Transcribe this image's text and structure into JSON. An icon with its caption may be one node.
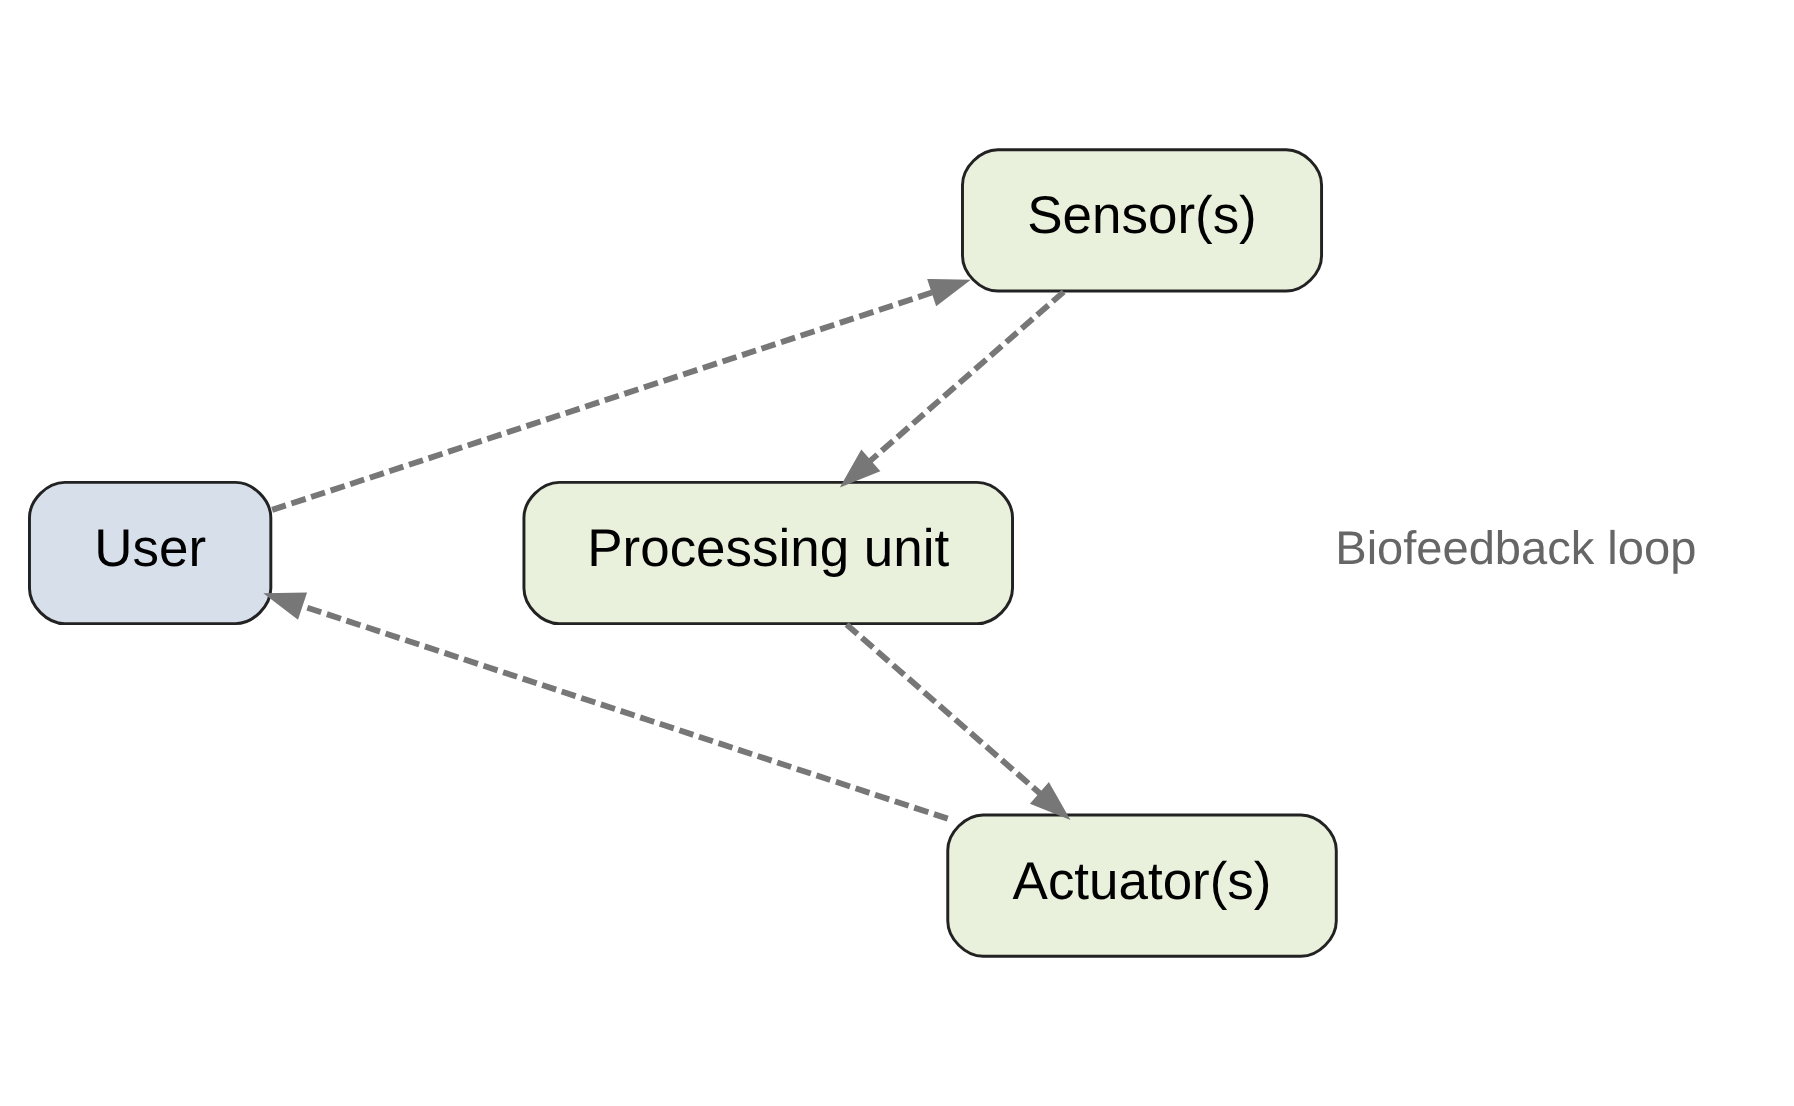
{
  "diagram": {
    "nodes": [
      {
        "text": [
          "User"
        ]
      },
      {
        "text": [
          "Sensor(s)"
        ]
      },
      {
        "text": [
          "Processing unit"
        ]
      },
      {
        "text": [
          "Actuator(s)"
        ]
      }
    ],
    "edges": [
      {
        "from": 0,
        "to": 1,
        "arrow": "to",
        "style": "dashed"
      },
      {
        "from": 1,
        "to": 2,
        "arrow": "to",
        "style": "dashed"
      },
      {
        "from": 2,
        "to": 3,
        "arrow": "to",
        "style": "dashed"
      },
      {
        "from": 3,
        "to": 0,
        "arrow": "to",
        "style": "dashed"
      }
    ],
    "labels": [
      "Biofeedback loop"
    ]
  }
}
